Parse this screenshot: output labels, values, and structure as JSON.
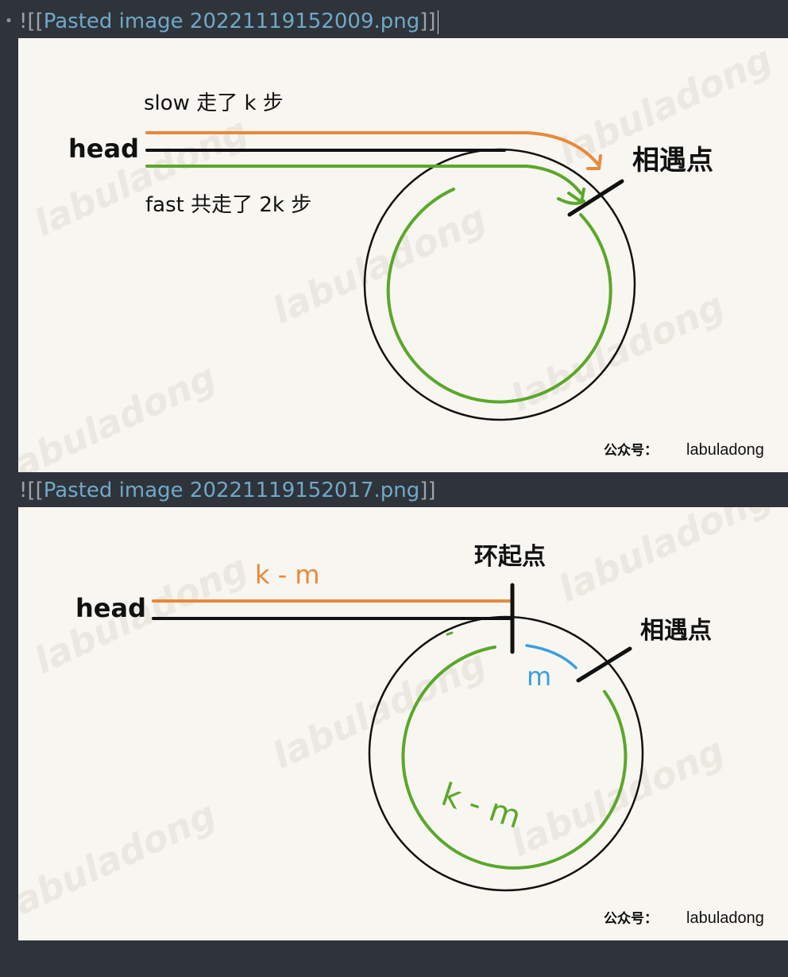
{
  "editor": {
    "embeds": [
      {
        "bullet": "•",
        "prefix": "!",
        "open": "[[",
        "filename": "Pasted image 20221119152009.png",
        "close": "]]"
      },
      {
        "prefix": "!",
        "open": "[[",
        "filename": "Pasted image 20221119152017.png",
        "close": "]]"
      }
    ]
  },
  "figure1": {
    "slow_label": "slow 走了 k 步",
    "head_label": "head",
    "fast_label": "fast 共走了 2k 步",
    "meet_label": "相遇点",
    "watermark": "labuladong",
    "credit_mark": "公众号：",
    "credit_name": "labuladong",
    "colors": {
      "slow": "#e8893a",
      "fast": "#5aa82a",
      "line": "#111111"
    }
  },
  "figure2": {
    "head_label": "head",
    "top_segment_label": "k - m",
    "cycle_start_label": "环起点",
    "meet_label": "相遇点",
    "m_label": "m",
    "arc_label": "k - m",
    "watermark": "labuladong",
    "credit_mark": "公众号：",
    "credit_name": "labuladong",
    "colors": {
      "orange": "#e8893a",
      "green": "#5aa82a",
      "blue": "#3aa0dd",
      "line": "#111111"
    }
  }
}
